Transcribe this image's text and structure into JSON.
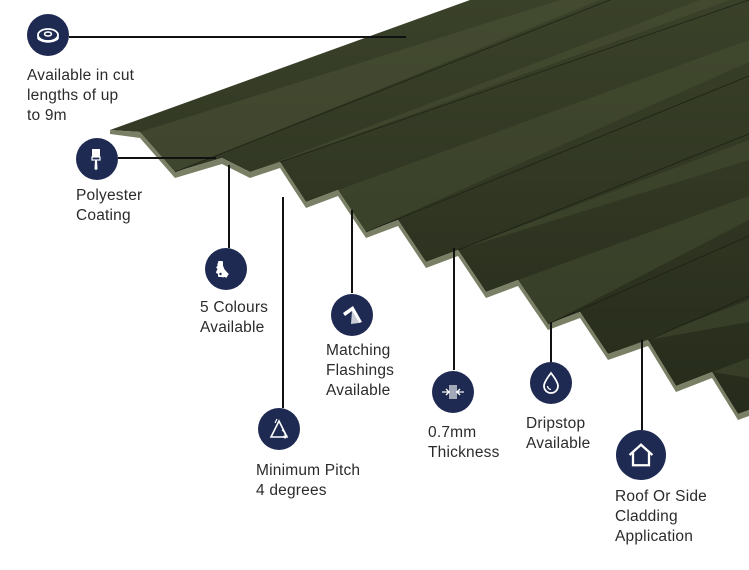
{
  "features": [
    {
      "id": "cut-lengths",
      "icon": "tape-measure-icon",
      "lines": [
        "Available in cut",
        "lengths of up",
        "to 9m"
      ]
    },
    {
      "id": "coating",
      "icon": "paint-brush-icon",
      "lines": [
        "Polyester",
        "Coating"
      ]
    },
    {
      "id": "colours",
      "icon": "colour-swatch-icon",
      "lines": [
        "5 Colours",
        "Available"
      ]
    },
    {
      "id": "flashings",
      "icon": "flashing-icon",
      "lines": [
        "Matching",
        "Flashings",
        "Available"
      ]
    },
    {
      "id": "pitch",
      "icon": "pitch-angle-icon",
      "lines": [
        "Minimum Pitch",
        "4 degrees"
      ]
    },
    {
      "id": "thickness",
      "icon": "thickness-icon",
      "lines": [
        "0.7mm",
        "Thickness"
      ]
    },
    {
      "id": "dripstop",
      "icon": "water-drop-icon",
      "lines": [
        "Dripstop",
        "Available"
      ]
    },
    {
      "id": "application",
      "icon": "house-icon",
      "lines": [
        "Roof Or Side",
        "Cladding",
        "Application"
      ]
    }
  ],
  "colors": {
    "sheet": "#2c3220",
    "badge": "#1f2a52",
    "line": "#111111",
    "text": "#2b2b2b"
  }
}
